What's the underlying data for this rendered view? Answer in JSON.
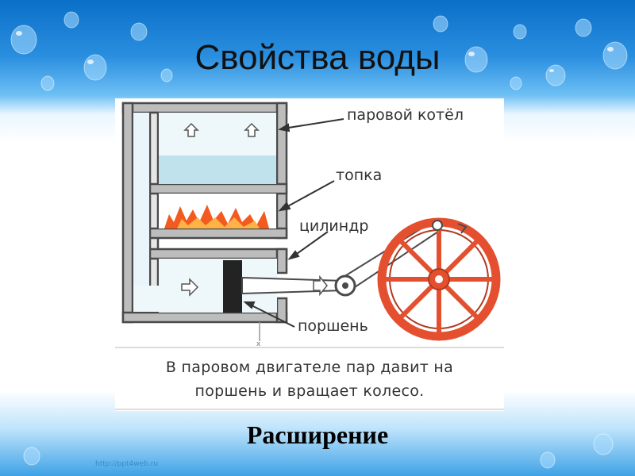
{
  "slide": {
    "title": "Свойства воды",
    "subtitle": "Расширение",
    "watermark": "http://ppt4web.ru"
  },
  "diagram": {
    "labels": {
      "boiler": "паровой котёл",
      "firebox": "топка",
      "cylinder": "цилиндр",
      "piston": "поршень"
    },
    "caption_line1": "В паровом двигателе пар давит на",
    "caption_line2": "поршень и вращает колесо.",
    "stray_mark": "x"
  },
  "colors": {
    "wall": "#4a4a4a",
    "water": "#cfeaf1",
    "flame": "#f25a1f",
    "wheel": "#e4502f",
    "piston": "#232323"
  }
}
